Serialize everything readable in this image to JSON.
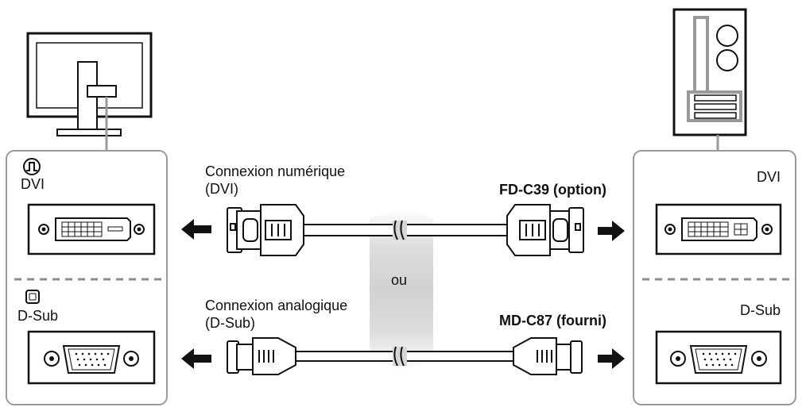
{
  "left_panel": {
    "dvi_label": "DVI",
    "dsub_label": "D-Sub"
  },
  "right_panel": {
    "dvi_label": "DVI",
    "dsub_label": "D-Sub"
  },
  "digital": {
    "title_line1": "Connexion numérique",
    "title_line2": "(DVI)",
    "cable_name": "FD-C39 (option)"
  },
  "analog": {
    "title_line1": "Connexion analogique",
    "title_line2": "(D-Sub)",
    "cable_name": "MD-C87 (fourni)"
  },
  "separator_text": "ou",
  "icons": [
    "monitor-icon",
    "pc-tower-icon",
    "dvi-symbol-icon",
    "dsub-symbol-icon",
    "arrow-left-icon",
    "arrow-right-icon"
  ]
}
